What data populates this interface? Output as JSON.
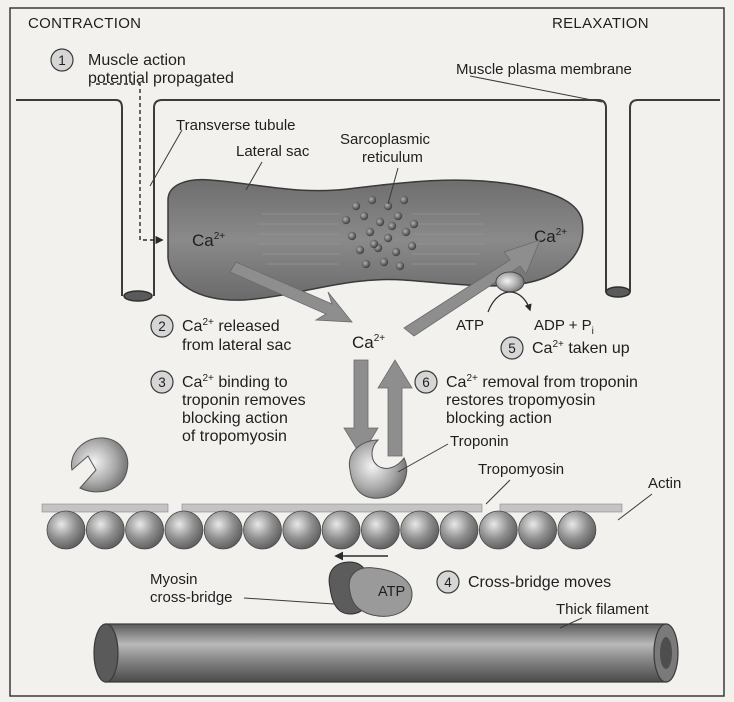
{
  "headings": {
    "left": "CONTRACTION",
    "right": "RELAXATION"
  },
  "labels": {
    "membrane": "Muscle plasma membrane",
    "t_tubule": "Transverse tubule",
    "lateral_sac": "Lateral sac",
    "sr_line1": "Sarcoplasmic",
    "sr_line2": "reticulum",
    "ca_left": "Ca",
    "ca_right": "Ca",
    "ca_center": "Ca",
    "atp_pump": "ATP",
    "adp": "ADP + P",
    "adp_sub": "i",
    "troponin": "Troponin",
    "tropomyosin": "Tropomyosin",
    "actin": "Actin",
    "myosin_line1": "Myosin",
    "myosin_line2": "cross-bridge",
    "atp_bridge": "ATP",
    "thick_filament": "Thick filament",
    "ion_charge": "2+"
  },
  "steps": [
    {
      "num": "1",
      "lines": [
        "Muscle action",
        "potential propagated"
      ]
    },
    {
      "num": "2",
      "lines": [
        "released",
        "from lateral sac"
      ],
      "ca_prefix": true
    },
    {
      "num": "3",
      "lines": [
        "binding to",
        "troponin removes",
        "blocking action",
        "of tropomyosin"
      ],
      "ca_prefix": true
    },
    {
      "num": "4",
      "lines": [
        "Cross-bridge moves"
      ]
    },
    {
      "num": "5",
      "lines": [
        "taken up"
      ],
      "ca_prefix": true
    },
    {
      "num": "6",
      "lines": [
        "removal from troponin",
        "restores tropomyosin",
        "blocking action"
      ],
      "ca_prefix": true
    }
  ],
  "colors": {
    "background": "#f2f1ee",
    "sarcoplasmic_reticulum": "#7c7c7c",
    "flow_arrow": "#8e8e8e",
    "actin_bead": "#8a8a8a",
    "thick_filament": "#6e6e6e"
  }
}
